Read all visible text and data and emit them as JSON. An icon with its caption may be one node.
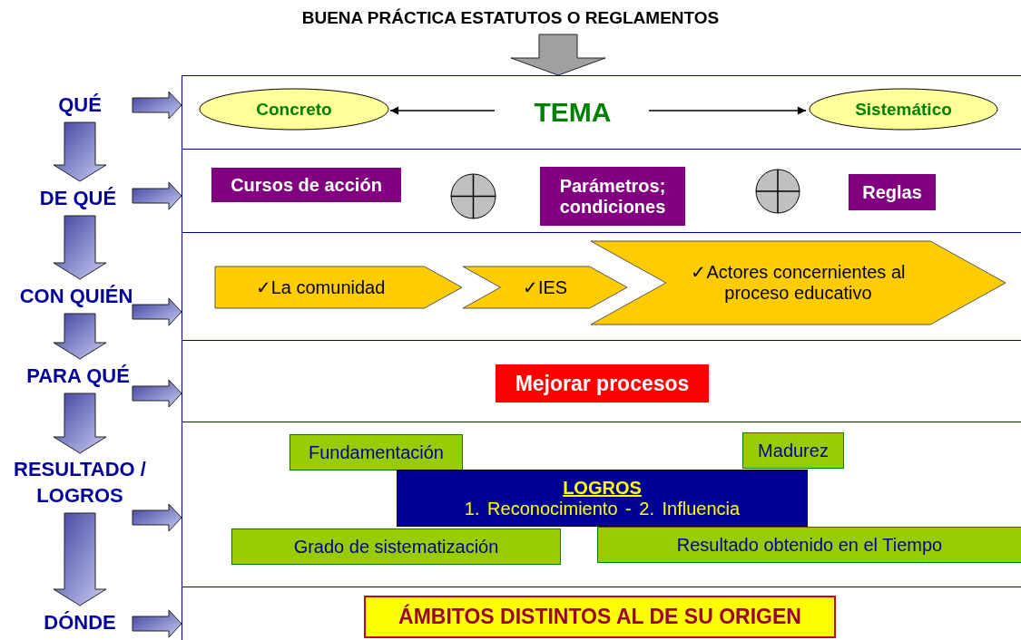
{
  "diagram": {
    "title": "BUENA PRÁCTICA ESTATUTOS O REGLAMENTOS",
    "nodes": [
      {
        "text": [
          "QUÉ"
        ]
      },
      {
        "text": [
          "DE QUÉ"
        ]
      },
      {
        "text": [
          "CON QUIÉN"
        ]
      },
      {
        "text": [
          "PARA QUÉ"
        ]
      },
      {
        "text": [
          "RESULTADO / LOGROS"
        ]
      },
      {
        "text": [
          "DÓNDE"
        ]
      },
      {
        "text": [],
        "shape": "box"
      },
      {
        "text": [
          "Concreto"
        ],
        "in": 6
      },
      {
        "text": [
          "TEMA"
        ],
        "in": 6
      },
      {
        "text": [
          "Sistemático"
        ],
        "in": 6
      },
      {
        "text": [],
        "shape": "box"
      },
      {
        "text": [
          "Cursos de acción"
        ],
        "in": 10
      },
      {
        "text": [],
        "shape": "circle",
        "in": 10
      },
      {
        "text": [
          "Parámetros; condiciones"
        ],
        "in": 10
      },
      {
        "text": [],
        "shape": "circle",
        "in": 10
      },
      {
        "text": [
          "Reglas"
        ],
        "in": 10
      },
      {
        "text": [],
        "shape": "box"
      },
      {
        "text": [
          "✓La comunidad"
        ],
        "in": 16
      },
      {
        "text": [
          "✓IES"
        ],
        "in": 16
      },
      {
        "text": [
          "✓Actores concernientes al proceso educativo"
        ],
        "in": 16
      },
      {
        "text": [],
        "shape": "box"
      },
      {
        "text": [
          "Mejorar procesos"
        ],
        "in": 20
      },
      {
        "text": [],
        "shape": "box"
      },
      {
        "text": [
          "Fundamentación"
        ],
        "in": 22
      },
      {
        "text": [
          "Madurez"
        ],
        "in": 22
      },
      {
        "text": [
          "LOGROS",
          "1. Reconocimiento - 2. Influencia"
        ],
        "in": 22
      },
      {
        "text": [
          "Grado de sistematización"
        ],
        "in": 22
      },
      {
        "text": [
          "Resultado obtenido en el Tiempo"
        ],
        "in": 22
      },
      {
        "text": [],
        "shape": "box"
      },
      {
        "text": [
          "ÁMBITOS DISTINTOS AL DE SU ORIGEN"
        ],
        "in": 28
      }
    ],
    "edges": [
      {
        "from": null,
        "to": 6,
        "arrow": "to",
        "style": "thick",
        "color": "#a0a0a0"
      },
      {
        "from": 0,
        "to": 1,
        "arrow": "to",
        "style": "thick"
      },
      {
        "from": 1,
        "to": 2,
        "arrow": "to",
        "style": "thick"
      },
      {
        "from": 2,
        "to": 3,
        "arrow": "to",
        "style": "thick"
      },
      {
        "from": 3,
        "to": 4,
        "arrow": "to",
        "style": "thick"
      },
      {
        "from": 4,
        "to": 5,
        "arrow": "to",
        "style": "thick"
      },
      {
        "from": 0,
        "to": 6,
        "arrow": "to",
        "style": "thick"
      },
      {
        "from": 1,
        "to": 10,
        "arrow": "to",
        "style": "thick"
      },
      {
        "from": 2,
        "to": 16,
        "arrow": "to",
        "style": "thick"
      },
      {
        "from": 3,
        "to": 20,
        "arrow": "to",
        "style": "thick"
      },
      {
        "from": 4,
        "to": 22,
        "arrow": "to",
        "style": "thick"
      },
      {
        "from": 5,
        "to": 28,
        "arrow": "to",
        "style": "thick"
      },
      {
        "from": 8,
        "to": 7,
        "arrow": "to",
        "color": "#000000"
      },
      {
        "from": 8,
        "to": 9,
        "arrow": "to",
        "color": "#000000"
      }
    ]
  }
}
